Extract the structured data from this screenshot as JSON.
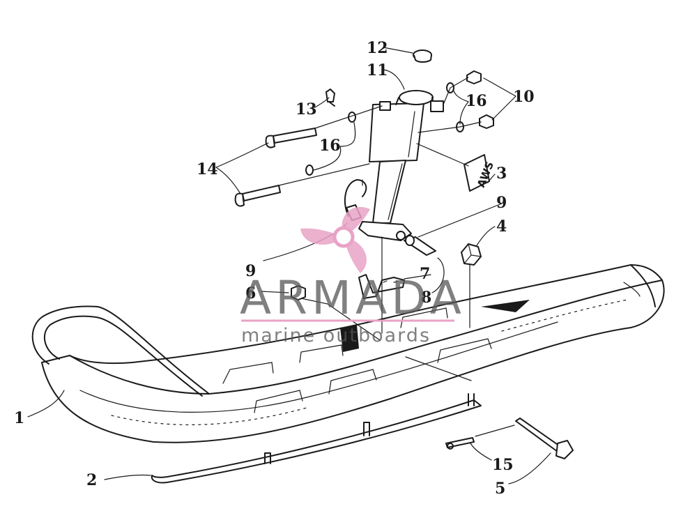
{
  "callouts": {
    "c1": "1",
    "c2": "2",
    "c3": "3",
    "c4": "4",
    "c5": "5",
    "c6": "6",
    "c7": "7",
    "c8": "8",
    "c9a": "9",
    "c9b": "9",
    "c10": "10",
    "c11": "11",
    "c12": "12",
    "c13": "13",
    "c14": "14",
    "c15": "15",
    "c16a": "16",
    "c16b": "16"
  },
  "decal_text": "AWS",
  "watermark": {
    "brand": "ARMADA",
    "tagline": "marine outboards",
    "logo_icon": "propeller-icon",
    "accent_color": "#e8a3c6",
    "text_color": "#555555"
  }
}
